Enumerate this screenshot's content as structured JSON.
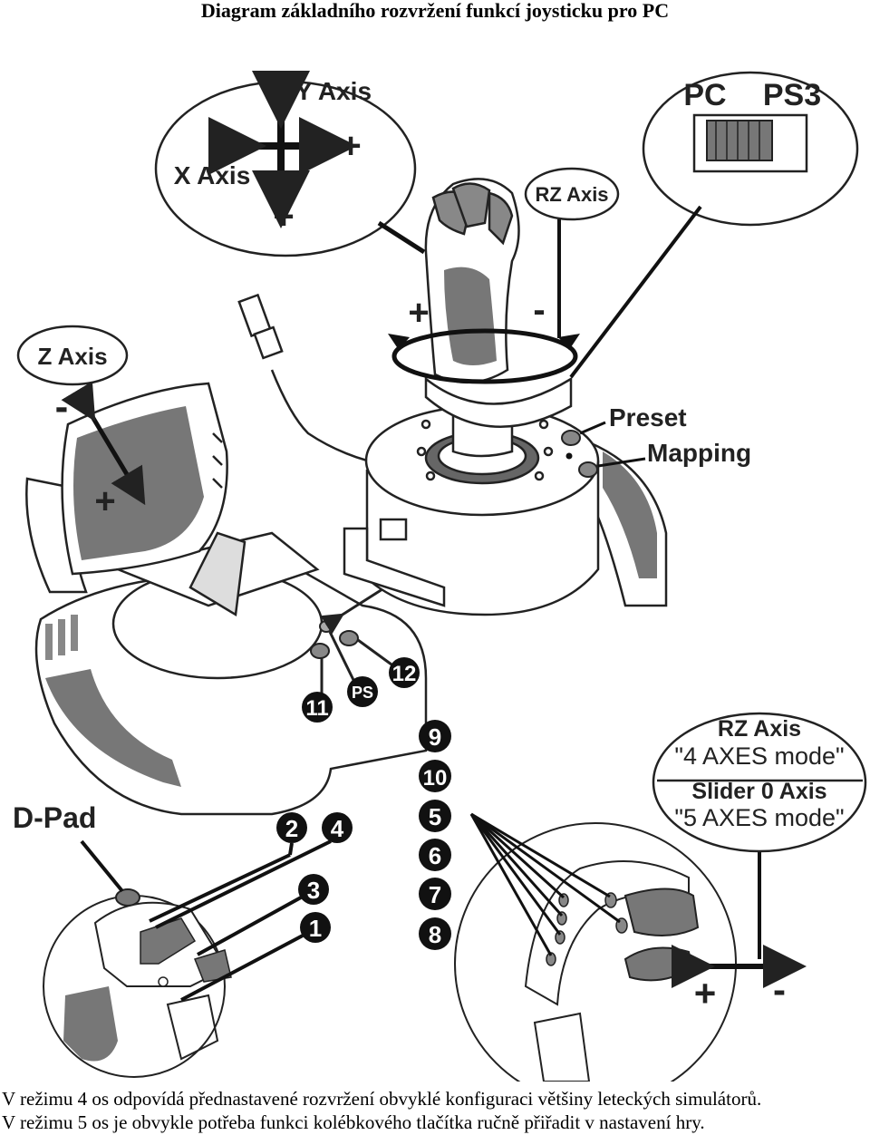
{
  "title": "Diagram základního rozvržení funkcí joysticku pro PC",
  "axes_bubble": {
    "y_axis": "Y Axis",
    "x_axis": "X Axis",
    "minus": "-",
    "plus": "+"
  },
  "mode_switch": {
    "pc": "PC",
    "ps3": "PS3"
  },
  "rz_bubble": "RZ Axis",
  "twist": {
    "plus": "+",
    "minus": "-"
  },
  "z_axis": {
    "label": "Z Axis",
    "minus": "-",
    "plus": "+"
  },
  "preset": "Preset",
  "mapping": "Mapping",
  "base_buttons": {
    "b11": "11",
    "ps": "PS",
    "b12": "12"
  },
  "rocker_box": {
    "rz_title": "RZ Axis",
    "rz_mode": "\"4 AXES mode\"",
    "slider_title": "Slider 0 Axis",
    "slider_mode": "\"5 AXES mode\""
  },
  "dpad": "D-Pad",
  "stick_buttons": {
    "b2": "2",
    "b4": "4",
    "b3": "3",
    "b1": "1"
  },
  "column_buttons": [
    "9",
    "10",
    "5",
    "6",
    "7",
    "8"
  ],
  "rocker_signs": {
    "plus": "+",
    "minus": "-"
  },
  "captions": [
    "V režimu 4 os odpovídá přednastavené rozvržení obvyklé konfiguraci většiny leteckých simulátorů.",
    "V režimu 5 os je obvykle potřeba funkci kolébkového tlačítka ručně přiřadit v nastavení hry."
  ]
}
